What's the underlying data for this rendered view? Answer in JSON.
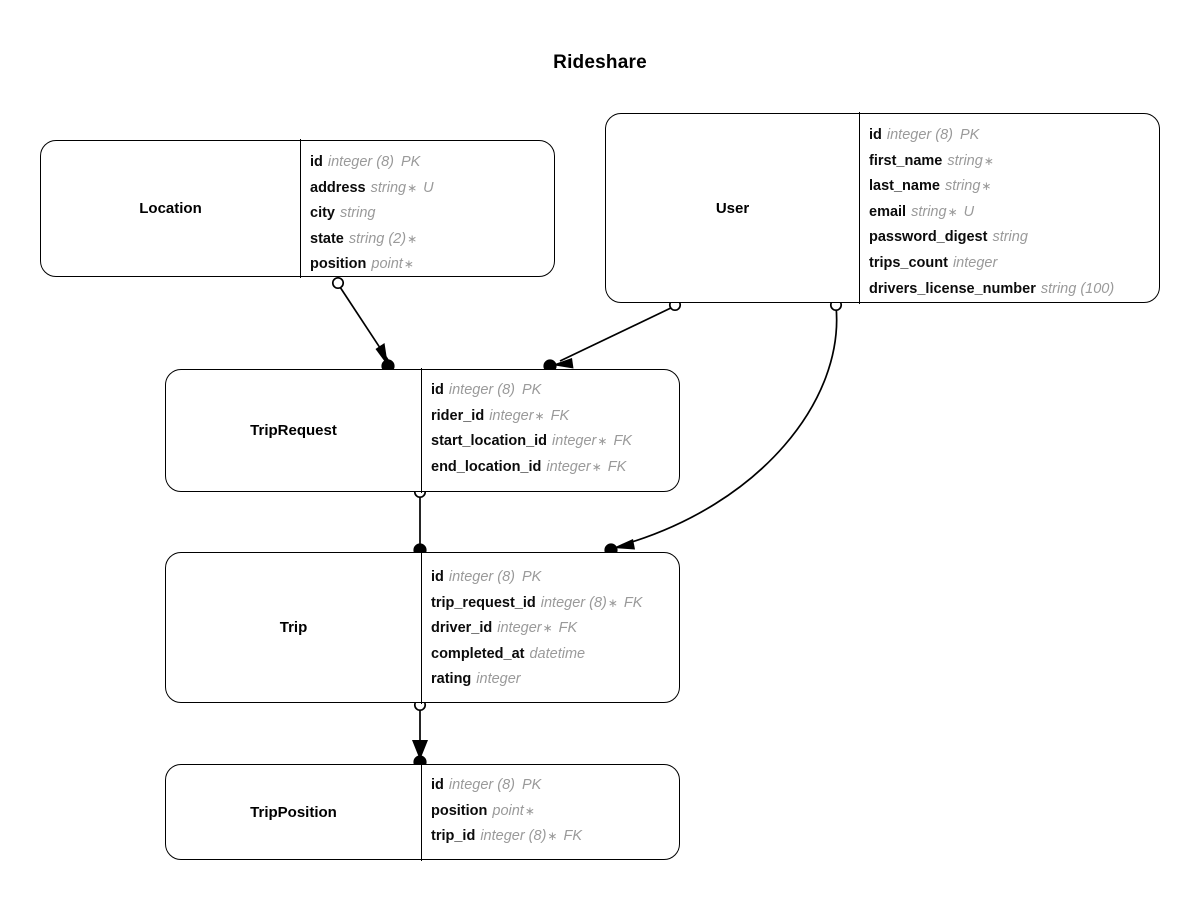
{
  "diagram": {
    "title": "Rideshare",
    "type": "entity-relationship-diagram",
    "background_color": "#ffffff",
    "line_color": "#000000",
    "name_color": "#000000",
    "type_color": "#9a9a9a"
  },
  "entities": [
    {
      "id": "location",
      "name": "Location",
      "fields": [
        {
          "name": "id",
          "type": "integer (8)",
          "required": "",
          "key": "PK"
        },
        {
          "name": "address",
          "type": "string",
          "required": "∗",
          "key": "U"
        },
        {
          "name": "city",
          "type": "string",
          "required": "",
          "key": ""
        },
        {
          "name": "state",
          "type": "string (2)",
          "required": "∗",
          "key": ""
        },
        {
          "name": "position",
          "type": "point",
          "required": "∗",
          "key": ""
        }
      ]
    },
    {
      "id": "user",
      "name": "User",
      "fields": [
        {
          "name": "id",
          "type": "integer (8)",
          "required": "",
          "key": "PK"
        },
        {
          "name": "first_name",
          "type": "string",
          "required": "∗",
          "key": ""
        },
        {
          "name": "last_name",
          "type": "string",
          "required": "∗",
          "key": ""
        },
        {
          "name": "email",
          "type": "string",
          "required": "∗",
          "key": "U"
        },
        {
          "name": "password_digest",
          "type": "string",
          "required": "",
          "key": ""
        },
        {
          "name": "trips_count",
          "type": "integer",
          "required": "",
          "key": ""
        },
        {
          "name": "drivers_license_number",
          "type": "string (100)",
          "required": "",
          "key": ""
        }
      ]
    },
    {
      "id": "triprequest",
      "name": "TripRequest",
      "fields": [
        {
          "name": "id",
          "type": "integer (8)",
          "required": "",
          "key": "PK"
        },
        {
          "name": "rider_id",
          "type": "integer",
          "required": "∗",
          "key": "FK"
        },
        {
          "name": "start_location_id",
          "type": "integer",
          "required": "∗",
          "key": "FK"
        },
        {
          "name": "end_location_id",
          "type": "integer",
          "required": "∗",
          "key": "FK"
        }
      ]
    },
    {
      "id": "trip",
      "name": "Trip",
      "fields": [
        {
          "name": "id",
          "type": "integer (8)",
          "required": "",
          "key": "PK"
        },
        {
          "name": "trip_request_id",
          "type": "integer (8)",
          "required": "∗",
          "key": "FK"
        },
        {
          "name": "driver_id",
          "type": "integer",
          "required": "∗",
          "key": "FK"
        },
        {
          "name": "completed_at",
          "type": "datetime",
          "required": "",
          "key": ""
        },
        {
          "name": "rating",
          "type": "integer",
          "required": "",
          "key": ""
        }
      ]
    },
    {
      "id": "tripposition",
      "name": "TripPosition",
      "fields": [
        {
          "name": "id",
          "type": "integer (8)",
          "required": "",
          "key": "PK"
        },
        {
          "name": "position",
          "type": "point",
          "required": "∗",
          "key": ""
        },
        {
          "name": "trip_id",
          "type": "integer (8)",
          "required": "∗",
          "key": "FK"
        }
      ]
    }
  ],
  "relationships": [
    {
      "id": "location-triprequest",
      "from": "Location",
      "to": "TripRequest",
      "from_marker": "open-circle",
      "to_marker": "filled-dot-arrow"
    },
    {
      "id": "user-triprequest",
      "from": "User",
      "to": "TripRequest",
      "from_marker": "open-circle",
      "to_marker": "filled-dot-arrow"
    },
    {
      "id": "user-trip",
      "from": "User",
      "to": "Trip",
      "from_marker": "open-circle",
      "to_marker": "filled-dot-arrow"
    },
    {
      "id": "triprequest-trip",
      "from": "TripRequest",
      "to": "Trip",
      "from_marker": "open-circle",
      "to_marker": "filled-dot"
    },
    {
      "id": "trip-tripposition",
      "from": "Trip",
      "to": "TripPosition",
      "from_marker": "open-circle",
      "to_marker": "filled-dot-arrow"
    }
  ]
}
